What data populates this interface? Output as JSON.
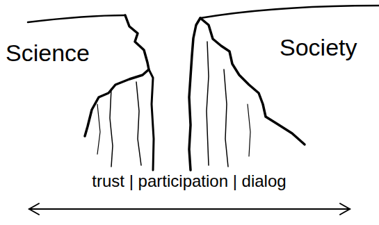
{
  "diagram": {
    "labels": [
      "Science",
      "Society",
      "trust | participation | dialog"
    ]
  }
}
